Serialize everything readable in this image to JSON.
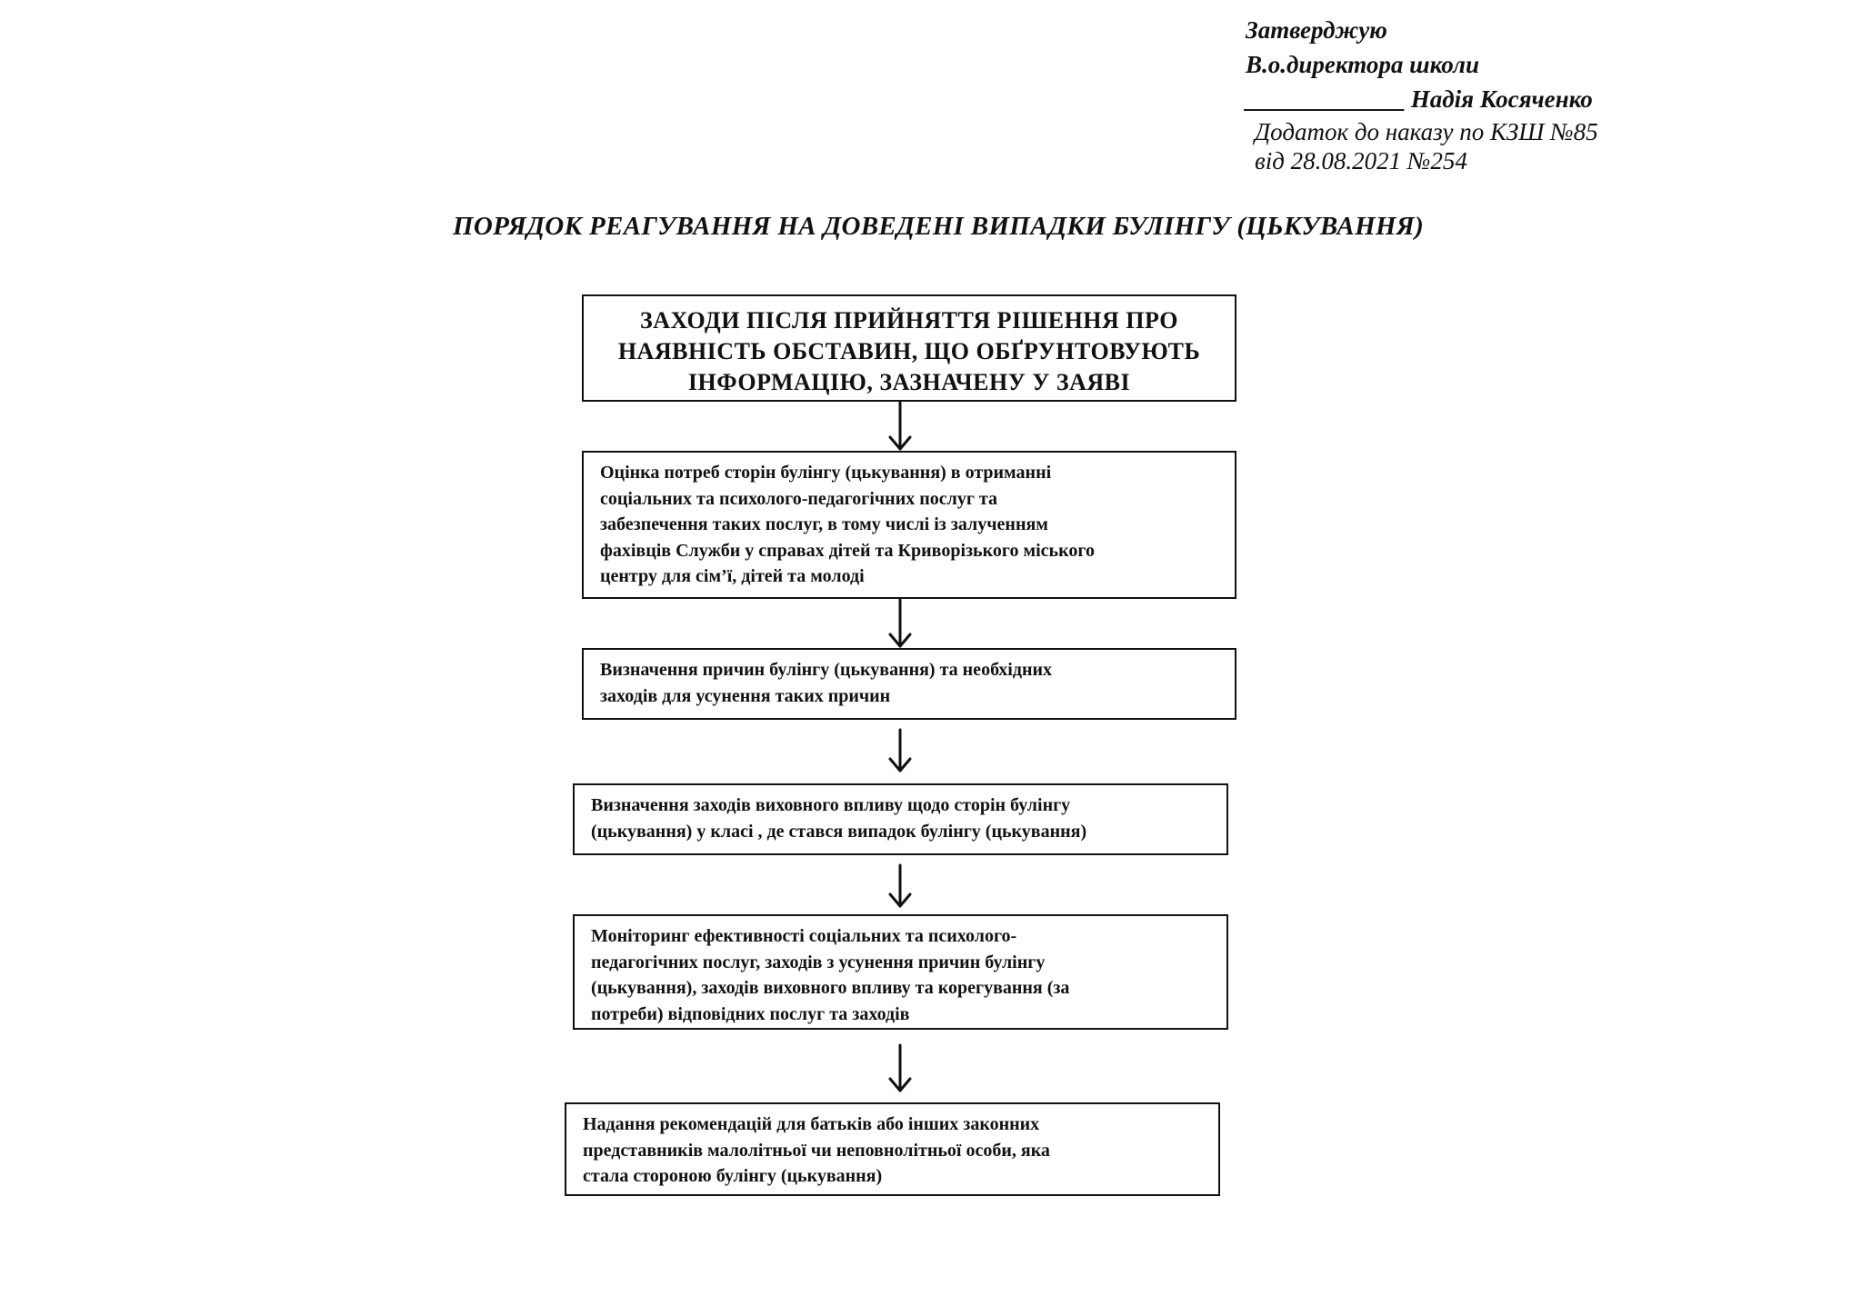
{
  "approval": {
    "line1": "Затверджую",
    "line2": "В.о.директора школи",
    "signature_line": "______________",
    "signer_name": "Надія Косяченко",
    "order_line1": "Додаток до наказу по КЗШ №85",
    "order_line2": "від 28.08.2021 №254"
  },
  "title": "ПОРЯДОК РЕАГУВАННЯ НА ДОВЕДЕНІ  ВИПАДКИ  БУЛІНГУ (ЦЬКУВАННЯ)",
  "flowchart": {
    "head": "ЗАХОДИ ПІСЛЯ ПРИЙНЯТТЯ РІШЕННЯ ПРО\nНАЯВНІСТЬ ОБСТАВИН, ЩО ОБҐРУНТОВУЮТЬ\nІНФОРМАЦІЮ, ЗАЗНАЧЕНУ У ЗАЯВІ",
    "steps": [
      "Оцінка  потреб  сторін  булінгу  (цькування)   в отриманні\nсоціальних   та психолого-педагогічних   послуг   та\nзабезпечення   таких  послуг,   в тому числі із залученням\nфахівців  Служби  у справах  дітей та Криворізького   міського\nцентру  для  сім’ї,  дітей та молоді",
      "Визначення   причин  булінгу  (цькування)   та необхідних\nзаходів  для  усунення   таких  причин",
      "Визначення   заходів  виховного   впливу  щодо  сторін  булінгу\n(цькування)   у класі  ,  де стався  випадок  булінгу  (цькування)",
      "Моніторинг   ефективності   соціальних   та психолого-\nпедагогічних   послуг,  заходів  з усунення  причин   булінгу\n(цькування),  заходів  виховного   впливу  та корегування    (за\nпотреби)  відповідних  послуг  та заходів",
      "Надання  рекомендацій   для батьків  або  інших  законних\nпредставників   малолітньої   чи неповнолітньої  особи,  яка\nстала  стороною   булінгу  (цькування)"
    ]
  }
}
